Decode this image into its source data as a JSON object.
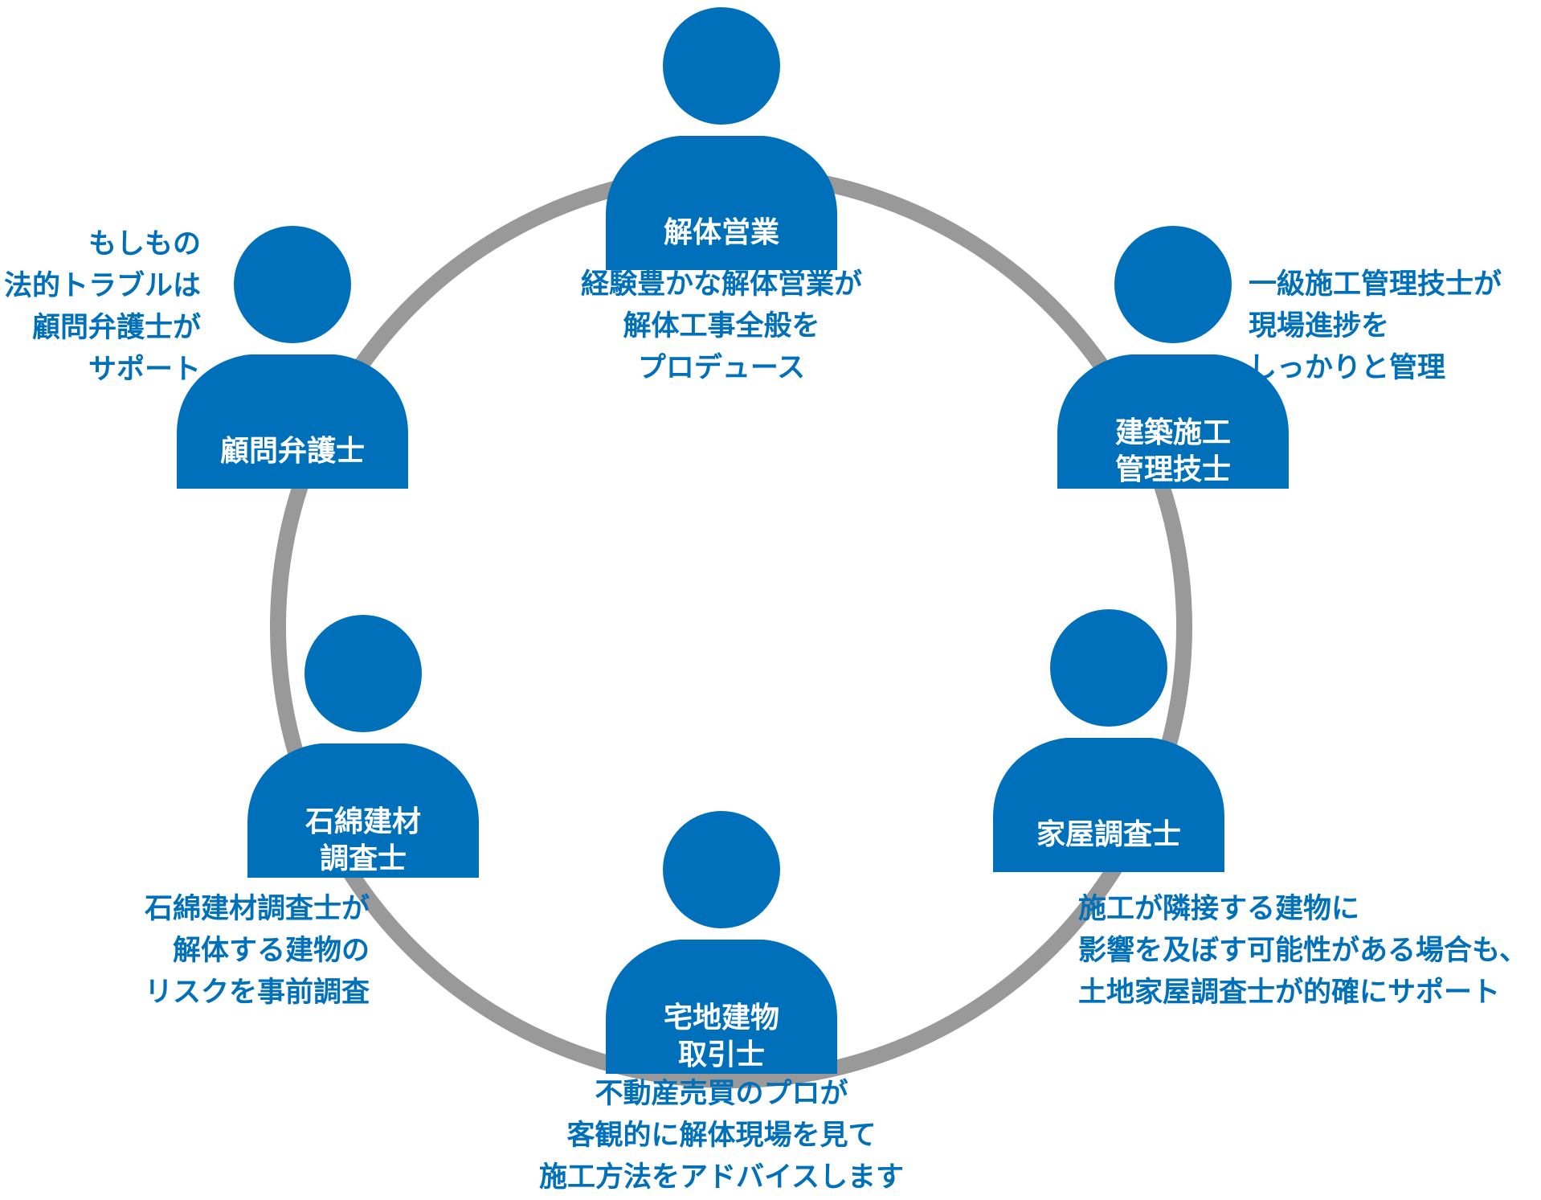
{
  "colors": {
    "accent": "#0070bb",
    "ring": "#999999",
    "background": "#ffffff"
  },
  "roles": [
    {
      "id": "demolition-sales",
      "icon": "person-icon",
      "label": [
        "解体営業"
      ],
      "description": [
        "経験豊かな解体営業が",
        "解体工事全般を",
        "プロデュース"
      ]
    },
    {
      "id": "construction-manager",
      "icon": "person-icon",
      "label": [
        "建築施工",
        "管理技士"
      ],
      "description": [
        "一級施工管理技士が",
        "現場進捗を",
        "しっかりと管理"
      ]
    },
    {
      "id": "house-surveyor",
      "icon": "person-icon",
      "label": [
        "家屋調査士"
      ],
      "description": [
        "施工が隣接する建物に",
        "影響を及ぼす可能性がある場合も、",
        "土地家屋調査士が的確にサポート"
      ]
    },
    {
      "id": "real-estate-broker",
      "icon": "person-icon",
      "label": [
        "宅地建物",
        "取引士"
      ],
      "description": [
        "不動産売買のプロが",
        "客観的に解体現場を見て",
        "施工方法をアドバイスします"
      ]
    },
    {
      "id": "asbestos-surveyor",
      "icon": "person-icon",
      "label": [
        "石綿建材",
        "調査士"
      ],
      "description": [
        "石綿建材調査士が",
        "解体する建物の",
        "リスクを事前調査"
      ]
    },
    {
      "id": "legal-advisor",
      "icon": "person-icon",
      "label": [
        "顧問弁護士"
      ],
      "description": [
        "もしもの",
        "法的トラブルは",
        "顧問弁護士が",
        "サポート"
      ]
    }
  ]
}
